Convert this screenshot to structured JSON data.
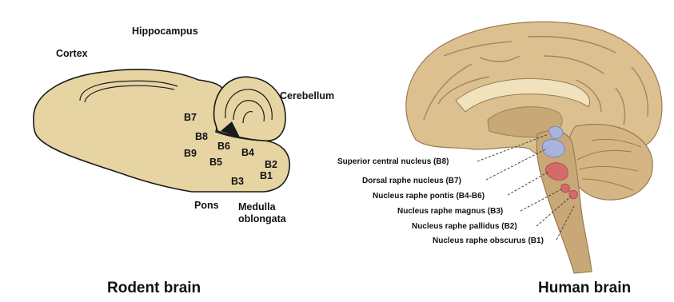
{
  "captions": {
    "rodent": "Rodent brain",
    "human": "Human brain"
  },
  "rodent": {
    "regions": {
      "cortex": "Cortex",
      "hippocampus": "Hippocampus",
      "cerebellum": "Cerebellum",
      "pons": "Pons",
      "medulla_line1": "Medulla",
      "medulla_line2": "oblongata"
    },
    "nuclei": [
      "B7",
      "B8",
      "B9",
      "B6",
      "B5",
      "B4",
      "B3",
      "B2",
      "B1"
    ]
  },
  "human": {
    "nuclei_labels": [
      "Superior central nucleus (B8)",
      "Dorsal raphe nucleus (B7)",
      "Nucleus raphe pontis (B4-B6)",
      "Nucleus raphe magnus (B3)",
      "Nucleus raphe pallidus (B2)",
      "Nucleus raphe obscurus (B1)"
    ]
  },
  "colors": {
    "brain_fill": "#e6d5a2",
    "human_tissue": "#dcc08f",
    "human_dark": "#9c7a55",
    "rostral_nuclei": "#a9b4dc",
    "caudal_nuclei": "#d46a6a",
    "outline": "#1a1a1a"
  }
}
